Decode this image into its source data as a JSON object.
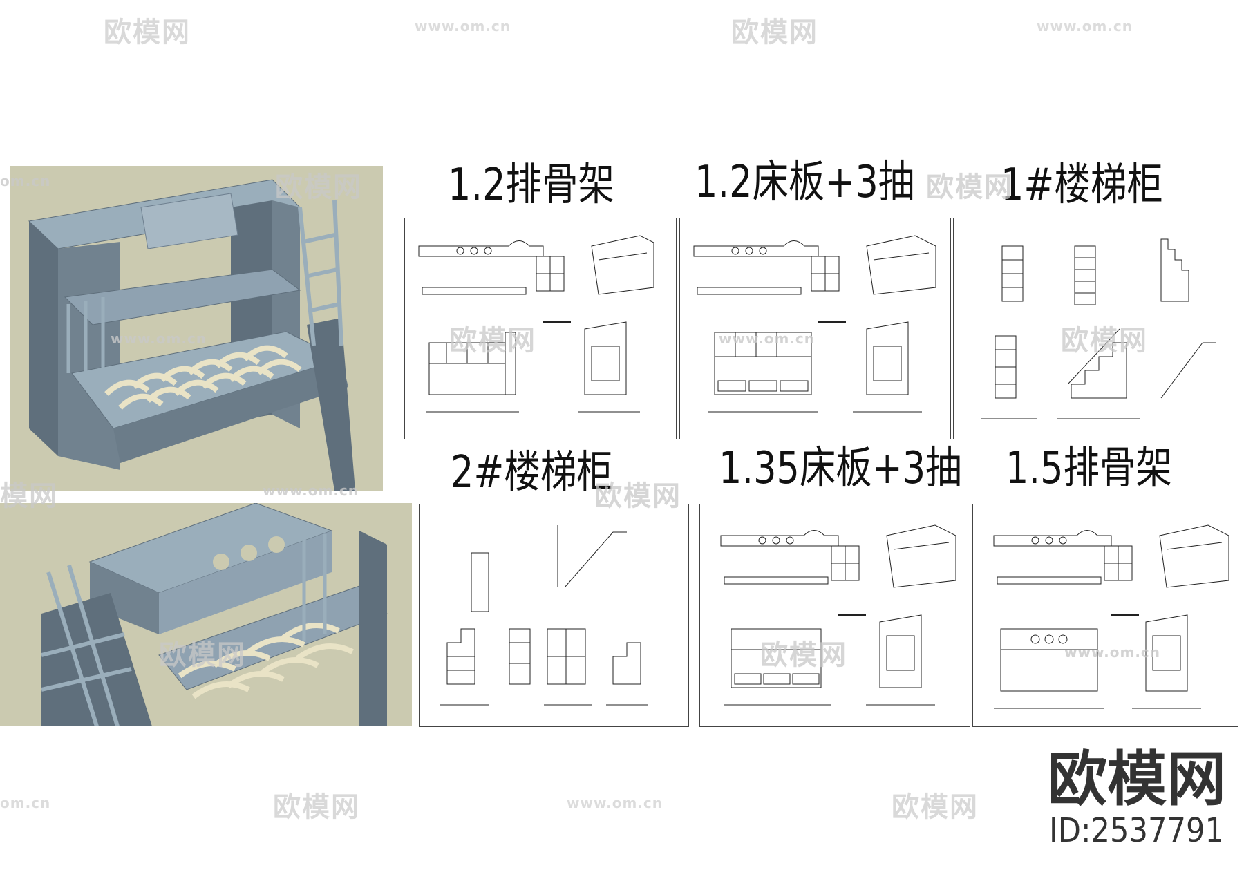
{
  "watermark": {
    "brand": "欧模网",
    "url": "www.om.cn",
    "partial_url": "om.cn",
    "partial_brand": "模网"
  },
  "headings": {
    "h1": "1.2排骨架",
    "h2": "1.2床板+3抽",
    "h3": "1#楼梯柜",
    "h4": "2#楼梯柜",
    "h5": "1.35床板+3抽",
    "h6": "1.5排骨架"
  },
  "brand": {
    "name": "欧模网",
    "id": "ID:2537791"
  },
  "colors": {
    "render_bg": "#cbcab0",
    "furniture": "#8fa2b1",
    "furniture_dark": "#5f6f7c",
    "line": "#222222"
  }
}
